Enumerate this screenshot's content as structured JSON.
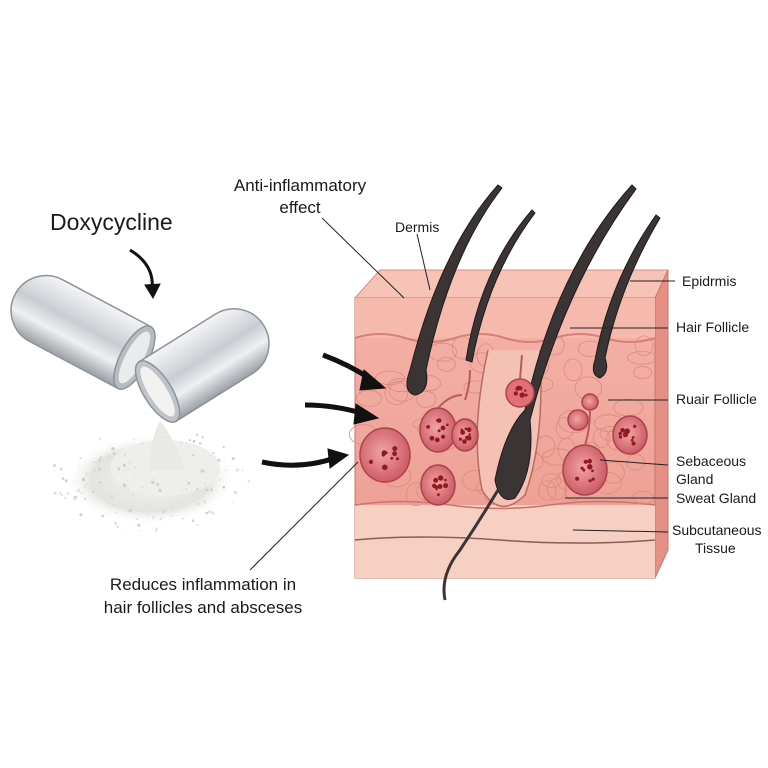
{
  "drug": {
    "name": "Doxycycline"
  },
  "effect": {
    "line1": "Anti-inflammatory",
    "line2": "effect"
  },
  "caption": {
    "line1": "Reduces inflammation in",
    "line2": "hair follicles and absceses"
  },
  "labels": {
    "dermis": "Dermis",
    "epidermis": "Epidrmis",
    "hair_follicle": "Hair Follicle",
    "hair_follicle_2": "Ruair Follicle",
    "sebaceous_line1": "Sebaceous",
    "sebaceous_line2": "Gland",
    "sweat_gland": "Sweat Gland",
    "subcutaneous_line1": "Subcutaneous",
    "subcutaneous_line2": "Tissue"
  },
  "colors": {
    "skin": "#f1a9a0",
    "epidermis": "#f6b9ae",
    "subcutaneous": "#f7d0c4",
    "hair": "#3b3434",
    "gland": "#d9737a",
    "pus": "#8e1b22",
    "capsule": "#c8ccd1",
    "powder": "#e7e7e4"
  }
}
